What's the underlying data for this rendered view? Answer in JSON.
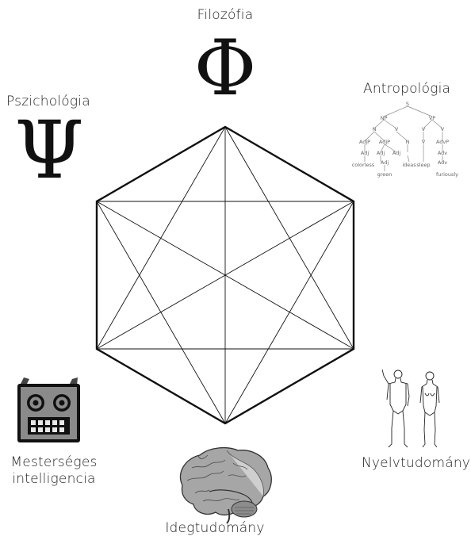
{
  "labels": {
    "philosophy": "Filozófia",
    "psychology": "Pszichológia",
    "anthropology": "Antropológia",
    "ai_line1": "Mesterséges",
    "ai_line2": "intelligencia",
    "neuroscience": "Idegtudomány",
    "linguistics": "Nyelvtudomány"
  },
  "symbols": {
    "philosophy": "Φ",
    "psychology": "Ψ"
  },
  "parse_tree": {
    "s": "S",
    "np": "NP",
    "vp": "VP",
    "n": "N",
    "v": "V",
    "adjp_1": "AdjP",
    "adj_1": "Adj",
    "adj_2": "Adj",
    "adjp_2": "AdjP",
    "adj_3": "Adj",
    "adj_4": "Adj",
    "n_2": "N",
    "v_2": "V",
    "v_3": "V",
    "advp": "AdvP",
    "adv": "Adv",
    "adv_2": "Adv",
    "w_colorless": "colorless",
    "w_green": "green",
    "w_ideas": "ideas",
    "w_sleep": "sleep",
    "w_furiously": "furiously"
  },
  "icons": {
    "philosophy": "phi-symbol",
    "psychology": "psi-symbol",
    "anthropology": "parse-tree-icon",
    "ai": "robot-icon",
    "neuroscience": "brain-icon",
    "linguistics": "human-figures-icon"
  },
  "colors": {
    "lines": "#111111",
    "robot_body": "#8a8a8a",
    "brain": "#9a9a9a"
  }
}
